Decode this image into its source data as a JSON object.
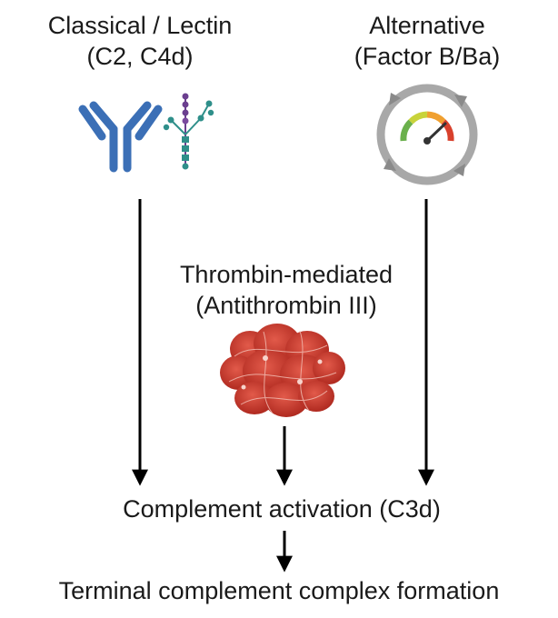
{
  "pathways": {
    "classical": {
      "title": "Classical / Lectin",
      "marker": "(C2, C4d)",
      "icons": [
        "antibody-icon",
        "glycan-chain-icon"
      ]
    },
    "alternative": {
      "title": "Alternative",
      "marker": "(Factor B/Ba)",
      "icons": [
        "cycle-gauge-icon"
      ]
    },
    "thrombin": {
      "title": "Thrombin-mediated",
      "marker": "(Antithrombin III)",
      "icons": [
        "blood-clot-icon"
      ]
    }
  },
  "activation": "Complement activation (C3d)",
  "terminal": "Terminal complement complex formation",
  "colors": {
    "antibody": "#3b6fb6",
    "glycan_purple": "#6b3f8f",
    "glycan_teal": "#2f8f8a",
    "cycle": "#a8a8a8",
    "clot": "#c8352b",
    "arrow": "#000000"
  }
}
